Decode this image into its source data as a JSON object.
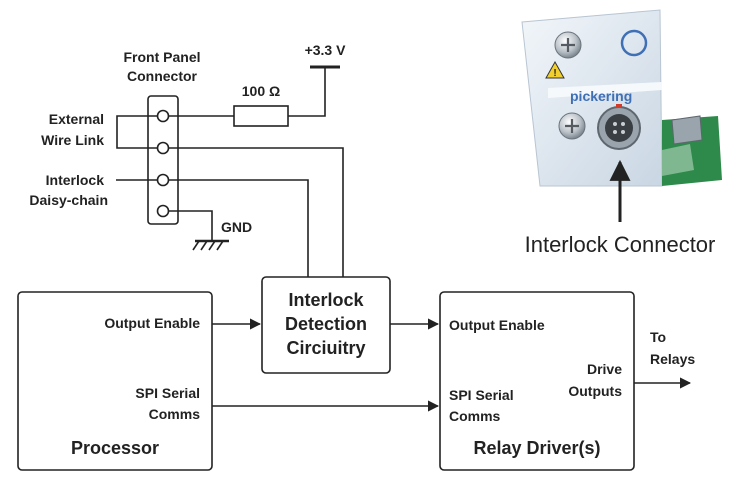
{
  "labels": {
    "front_panel_line1": "Front Panel",
    "front_panel_line2": "Connector",
    "supply": "+3.3 V",
    "resistor": "100 Ω",
    "external_line1": "External",
    "external_line2": "Wire Link",
    "interlock_line1": "Interlock",
    "interlock_line2": "Daisy-chain",
    "gnd": "GND",
    "connector_callout": "Interlock Connector",
    "photo_brand": "pickering"
  },
  "processor": {
    "title": "Processor",
    "output_enable": "Output Enable",
    "spi_line1": "SPI Serial",
    "spi_line2": "Comms"
  },
  "detection": {
    "line1": "Interlock",
    "line2": "Detection",
    "line3": "Circiuitry"
  },
  "relay_driver": {
    "title": "Relay Driver(s)",
    "output_enable": "Output Enable",
    "spi_line1": "SPI Serial",
    "spi_line2": "Comms",
    "drive_line1": "Drive",
    "drive_line2": "Outputs"
  },
  "to_relays": {
    "line1": "To",
    "line2": "Relays"
  },
  "colors": {
    "ink": "#222222",
    "panel_face": "#dfe8f1",
    "pcb_green": "#2e8a4a",
    "brand_red": "#d23b2a",
    "warning_yellow": "#f1cf2e"
  }
}
